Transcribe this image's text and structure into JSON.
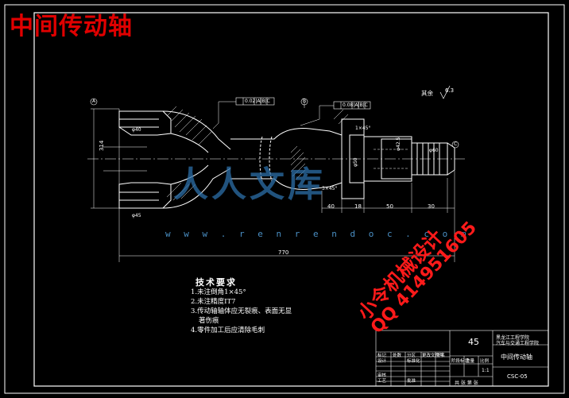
{
  "title_stamp": "中间传动轴",
  "roughness_label": "其余",
  "roughness_value": "6.3",
  "tolerance_frames": [
    "0.02|A|B|C",
    "0.08|A|B|C"
  ],
  "datums": [
    "A",
    "B",
    "C"
  ],
  "dimensions": {
    "overall_length": "770",
    "d40": "40",
    "d18": "18",
    "d50": "50",
    "d30": "30",
    "d314": "314",
    "chamfer1": "1×45°",
    "chamfer2": "3×45°",
    "dia1": "φ40",
    "dia2": "φ45",
    "dia3": "φ42.5",
    "dia4": "φ50",
    "dia5": "φ60"
  },
  "tech_requirements": {
    "title": "技术要求",
    "items": [
      "1.未注倒角1×45°",
      "2.未注精度IT7",
      "3.传动轴轴体应无裂痕、表面无显",
      "著伤痕",
      "4.零件加工后应清除毛刺"
    ]
  },
  "watermark": {
    "logo": "人人文库",
    "url": "w w w . r e n r e n d o c . c o m",
    "line1": "小令机械设计",
    "line2": "QQ 414951605"
  },
  "title_block": {
    "material": "45",
    "school": "黑龙江工程学院",
    "school2": "汽车与交通工程学院",
    "part_name": "中间传动轴",
    "drawing_no": "CSC-05",
    "scale": "1:1",
    "sheet_info": "共 张  第 张",
    "labels": {
      "mark": "标记",
      "count": "处数",
      "zone": "分区",
      "change_no": "更改文件号",
      "signature": "签名",
      "date": "年月日",
      "design": "设计",
      "standardize": "标准化",
      "stage": "阶段标记",
      "weight": "重量",
      "scale_lbl": "比例",
      "review": "审核",
      "process": "工艺",
      "approve": "批准"
    }
  }
}
